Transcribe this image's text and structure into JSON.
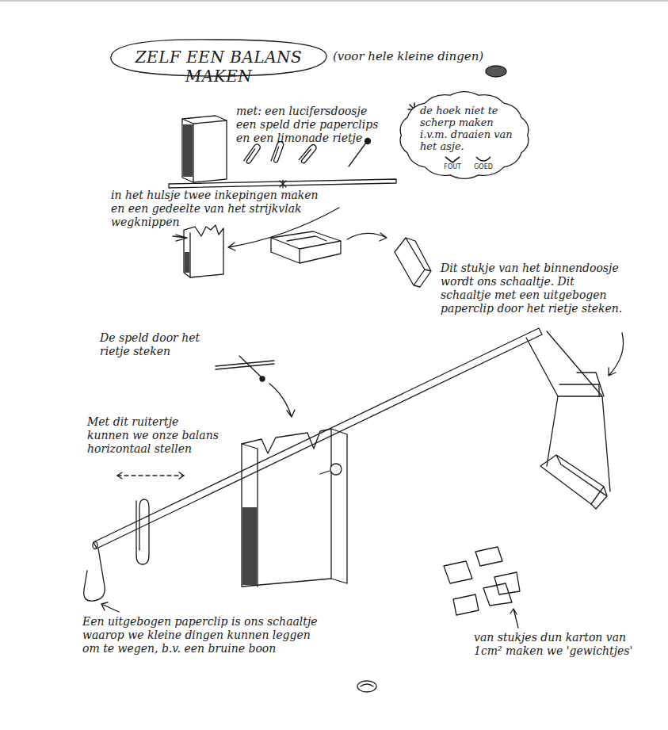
{
  "diagram": {
    "title": "ZELF EEN BALANS MAKEN",
    "nodes": [
      {
        "text": [
          "de hoek niet te scherp maken i.v.m. draaien van het asje.",
          "FOUT",
          "GOED"
        ]
      }
    ],
    "labels": [
      "(voor hele kleine dingen)",
      "met: een lucifersdoosje een speld drie paperclips en een limonade rietje",
      "in het hulsje twee inkepingen maken en een gedeelte van het strijkvlak wegknippen",
      "Dit stukje van het binnendoosje wordt ons schaaltje. Dit schaaltje met een uitgebogen paperclip door het rietje steken.",
      "De speld door het rietje steken",
      "Met dit ruitertje kunnen we onze balans horizontaal stellen",
      "Een uitgebogen paperclip is ons schaaltje waarop we kleine dingen kunnen leggen om te wegen, b.v. een bruine boon",
      "van stukjes dun karton van 1cm² maken we 'gewichtjes'"
    ]
  }
}
